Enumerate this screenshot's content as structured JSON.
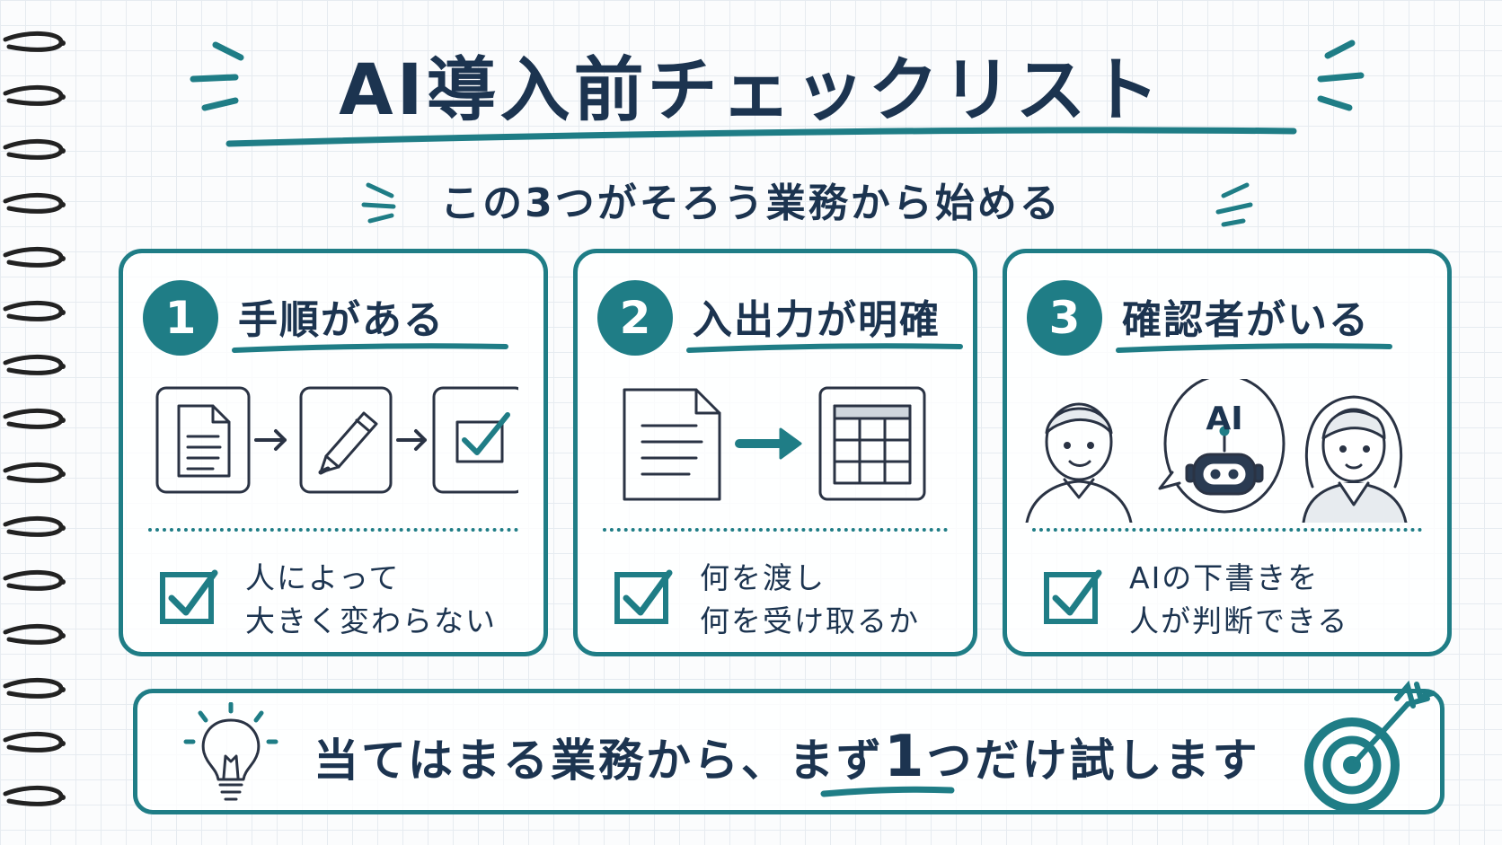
{
  "title": "AI導入前チェックリスト",
  "subtitle": "この3つがそろう業務から始める",
  "colors": {
    "accent": "#1f7d86",
    "ink": "#1c3450"
  },
  "cards": [
    {
      "number": "1",
      "title": "手順がある",
      "illustration": [
        "document-icon",
        "arrow-right-icon",
        "pencil-icon",
        "arrow-right-icon",
        "checkbox-icon"
      ],
      "desc": [
        "人によって",
        "大きく変わらない"
      ]
    },
    {
      "number": "2",
      "title": "入出力が明確",
      "illustration": [
        "document-icon",
        "arrow-right-icon",
        "table-icon"
      ],
      "desc": [
        "何を渡し",
        "何を受け取るか"
      ]
    },
    {
      "number": "3",
      "title": "確認者がいる",
      "illustration": [
        "man-icon",
        "robot-icon",
        "woman-icon"
      ],
      "ai_label": "AI",
      "desc": [
        "AIの下書きを",
        "人が判断できる"
      ]
    }
  ],
  "bottom": {
    "text_before": "当てはまる業務から、まず",
    "text_highlight": "1",
    "text_after": "つだけ試します",
    "icons": [
      "lightbulb-icon",
      "target-icon"
    ]
  }
}
